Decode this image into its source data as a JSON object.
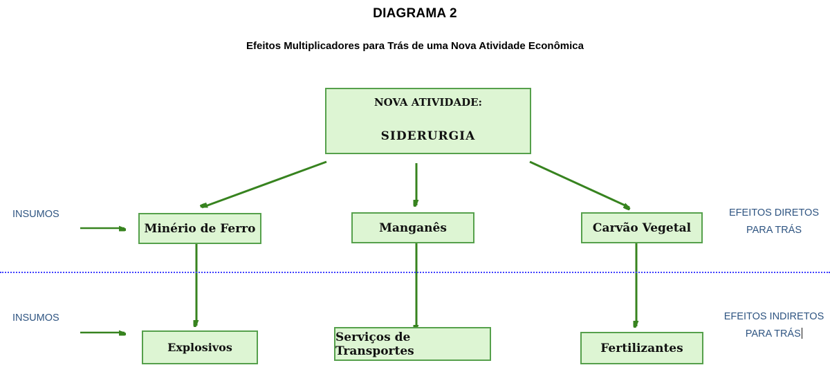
{
  "title": "DIAGRAMA 2",
  "subtitle": "Efeitos Multiplicadores para Trás de uma Nova Atividade Econômica",
  "root_node": {
    "line1": "NOVA ATIVIDADE:",
    "line2": "SIDERURGIA"
  },
  "direct_nodes": [
    {
      "label": "Minério de Ferro"
    },
    {
      "label": "Manganês"
    },
    {
      "label": "Carvão Vegetal"
    }
  ],
  "indirect_nodes": [
    {
      "label": "Explosivos"
    },
    {
      "label": "Serviços de Transportes"
    },
    {
      "label": "Fertilizantes"
    }
  ],
  "side_labels": {
    "insumos_top": "INSUMOS",
    "insumos_bottom": "INSUMOS",
    "direct_line1": "EFEITOS DIRETOS",
    "direct_line2": "PARA TRÁS",
    "indirect_line1": "EFEITOS INDIRETOS",
    "indirect_line2": "PARA TRÁS"
  },
  "colors": {
    "box_fill": "#ddf5d3",
    "box_border": "#55a04b",
    "arrow_green": "#37831f",
    "label_blue": "#2e5481",
    "divider_blue": "#3d3dff",
    "text_black": "#000000"
  }
}
